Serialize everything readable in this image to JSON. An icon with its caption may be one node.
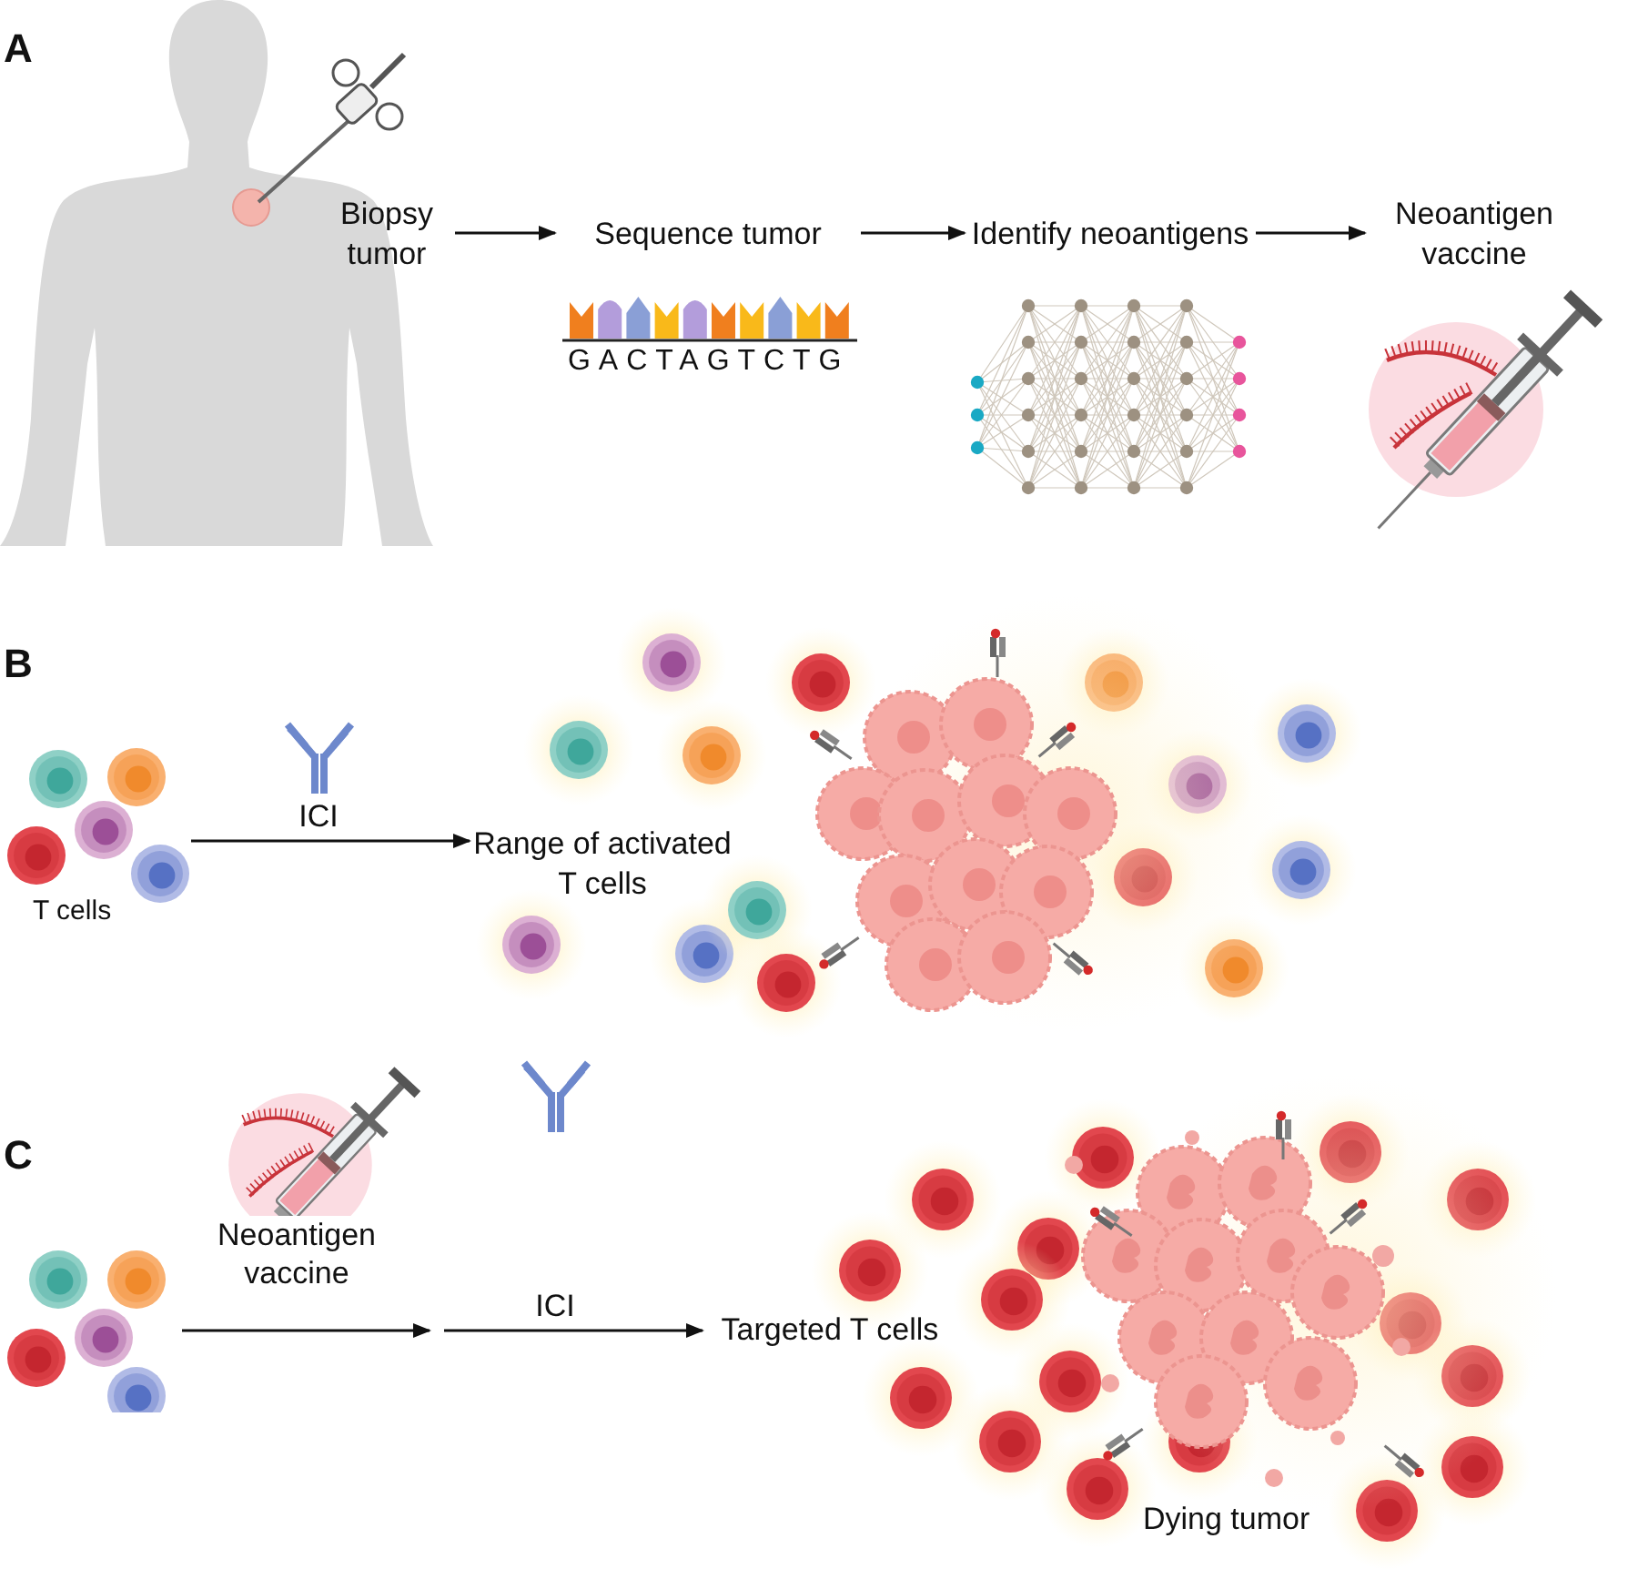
{
  "diagram": {
    "nodes": [
      {
        "text": [
          "Biopsy tumor"
        ]
      },
      {
        "text": [
          "Sequence tumor"
        ]
      },
      {
        "text": [
          "Identify neoantigens"
        ]
      },
      {
        "text": [
          "Neoantigen vaccine"
        ]
      },
      {
        "text": [
          "T cells"
        ]
      },
      {
        "text": [
          "Range of activated T cells"
        ]
      },
      {
        "text": [],
        "shape": "picture"
      },
      {
        "text": [
          "Targeted T cells"
        ]
      }
    ],
    "edges": [
      {
        "from": 0,
        "to": 1,
        "arrow": "to"
      },
      {
        "from": 1,
        "to": 2,
        "arrow": "to"
      },
      {
        "from": 2,
        "to": 3,
        "arrow": "to"
      },
      {
        "from": 4,
        "to": 5,
        "arrow": "to",
        "label": "ICI"
      },
      {
        "from": 6,
        "to": null,
        "arrow": "to",
        "label": "Neoantigen vaccine"
      },
      {
        "from": null,
        "to": 7,
        "arrow": "to",
        "label": "ICI"
      }
    ],
    "labels": [
      "A",
      "GACTAGTCTG",
      "B",
      "C",
      "Dying tumor"
    ]
  }
}
